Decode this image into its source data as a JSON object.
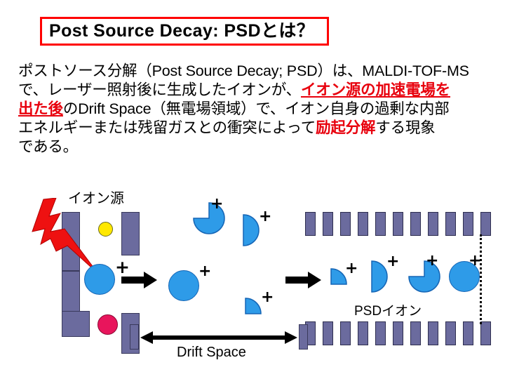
{
  "title": {
    "text": "Post Source Decay: PSDとは？",
    "border_color": "#ff0000"
  },
  "body": {
    "lines": [
      {
        "segments": [
          {
            "text": "ポストソース分解（Post Source Decay; PSD）は、MALDI-TOF-MS",
            "style": "normal"
          }
        ]
      },
      {
        "segments": [
          {
            "text": "で、レーザー照射後に生成したイオンが、",
            "style": "normal"
          },
          {
            "text": "イオン源の加速電場を",
            "style": "red-underline"
          }
        ]
      },
      {
        "segments": [
          {
            "text": "出た後",
            "style": "red-underline"
          },
          {
            "text": "のDrift Space（無電場領域）で、イオン自身の過剰な内部",
            "style": "normal"
          }
        ]
      },
      {
        "segments": [
          {
            "text": "エネルギーまたは残留ガスとの衝突によって",
            "style": "normal"
          },
          {
            "text": "励起分解",
            "style": "red"
          },
          {
            "text": "する現象",
            "style": "normal"
          }
        ]
      },
      {
        "segments": [
          {
            "text": "である。",
            "style": "normal"
          }
        ]
      }
    ],
    "highlight_color": "#e8000d"
  },
  "diagram": {
    "labels": {
      "ion_source": "イオン源",
      "psd_ion": "PSDイオン",
      "drift_space": "Drift Space"
    },
    "charge_symbol": "+",
    "colors": {
      "electrode": "#6B6B9E",
      "ion_blue": "#2E9BE8",
      "neutral_yellow": "#FFE800",
      "negative_pink": "#E8155C",
      "laser_red": "#EE1111"
    },
    "ion_source": {
      "laser": "laser-bolt",
      "ions": [
        {
          "name": "neutral-particle",
          "shape": "circle",
          "color": "#FFE800",
          "charge": ""
        },
        {
          "name": "precursor-ion",
          "shape": "circle",
          "color": "#2E9BE8",
          "charge": "+"
        },
        {
          "name": "anion-particle",
          "shape": "circle",
          "color": "#E8155C",
          "charge": ""
        }
      ]
    },
    "drift_space": {
      "fragments": [
        {
          "name": "pacman-fragment",
          "shape": "pacman",
          "charge": "+"
        },
        {
          "name": "half-fragment",
          "shape": "half",
          "charge": "+"
        },
        {
          "name": "full-ion",
          "shape": "circle",
          "charge": "+"
        },
        {
          "name": "quarter-fragment",
          "shape": "quarter",
          "charge": "+"
        }
      ]
    },
    "reflectron": {
      "plate_count_top": 11,
      "plate_count_bottom": 11,
      "fragments": [
        {
          "name": "quarter-fragment",
          "shape": "quarter",
          "charge": "+"
        },
        {
          "name": "half-fragment",
          "shape": "half",
          "charge": "+"
        },
        {
          "name": "pacman-fragment",
          "shape": "pacman",
          "charge": "+"
        },
        {
          "name": "full-ion",
          "shape": "circle",
          "charge": "+"
        }
      ]
    }
  }
}
